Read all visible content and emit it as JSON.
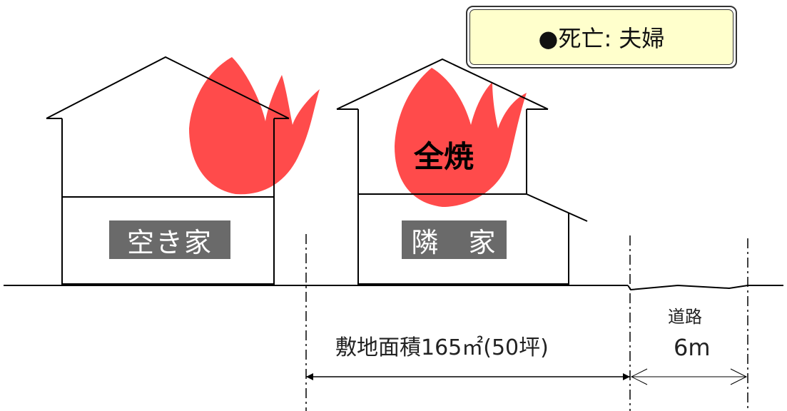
{
  "casualty": {
    "label": "●死亡: 夫婦"
  },
  "houses": {
    "vacant_label": "空き家",
    "neighbor_label": "隣　家",
    "burn_label": "全焼"
  },
  "site": {
    "area_label": "敷地面積165㎡(50坪)"
  },
  "road": {
    "label": "道路",
    "width": "6m"
  },
  "colors": {
    "flame": "#ff4b4b",
    "label_bg": "#6a6a6a",
    "box_fill": "#ffffcc",
    "line": "#000000"
  }
}
